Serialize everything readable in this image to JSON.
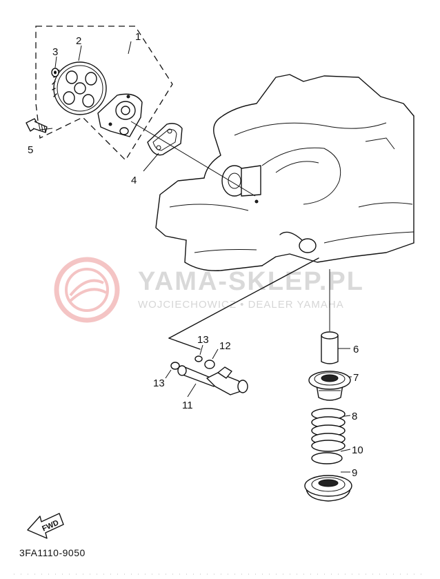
{
  "callouts": {
    "c1": "1",
    "c2": "2",
    "c3": "3",
    "c4": "4",
    "c5": "5",
    "c6": "6",
    "c7": "7",
    "c8": "8",
    "c9": "9",
    "c10": "10",
    "c11": "11",
    "c12": "12",
    "c13a": "13",
    "c13b": "13"
  },
  "watermark": {
    "title": "YAMA-SKLEP.PL",
    "subtitle": "WOJCIECHOWICZ • DEALER YAMAHA",
    "color": "#e05a5a"
  },
  "fwd_label": "FWD",
  "diagram_code": "3FA1110-9050"
}
